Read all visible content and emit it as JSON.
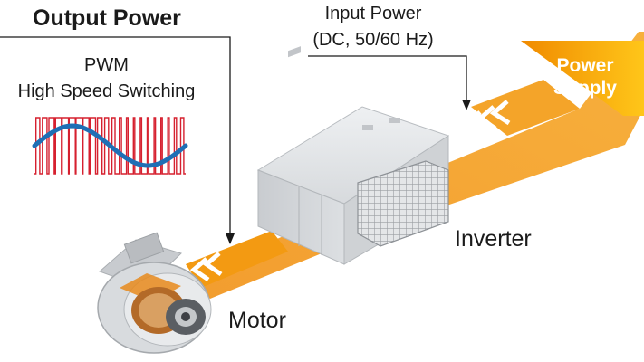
{
  "output_power": {
    "title": "Output Power",
    "waveform_line1": "PWM",
    "waveform_line2": "High Speed Switching"
  },
  "input_power": {
    "line1": "Input Power",
    "line2": "(DC, 50/60 Hz)"
  },
  "power_supply": {
    "line1": "Power",
    "line2": "Supply"
  },
  "inverter": {
    "label": "Inverter"
  },
  "motor": {
    "label": "Motor"
  },
  "colors": {
    "flow_orange": "#f39a12",
    "supply_gradient_start": "#f08a00",
    "supply_gradient_end": "#ffc619",
    "pwm_pulse": "#d6202f",
    "sine_wave": "#1f6fb5",
    "inverter_body": "#d5d8db",
    "text": "#1a1a1a"
  },
  "icons": [
    "chevron-flow-arrows",
    "pwm-waveform",
    "inverter-cabinet",
    "electric-motor"
  ]
}
